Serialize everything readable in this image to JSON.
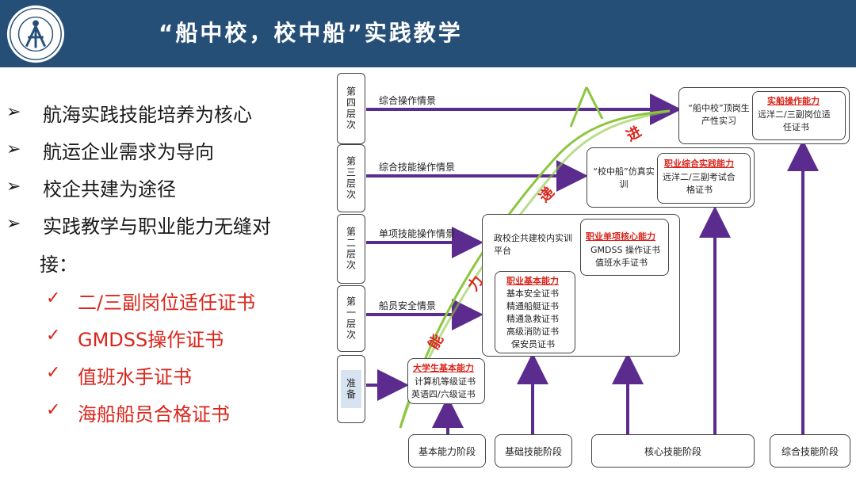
{
  "header": {
    "title": "“船中校，校中船”实践教学"
  },
  "bullets": [
    "航海实践技能培养为核心",
    "航运企业需求为导向",
    "校企共建为途径",
    "实践教学与职业能力无缝对"
  ],
  "bullet_continuation": "接：",
  "certificates": [
    "二/三副岗位适任证书",
    "GMDSS操作证书",
    "值班水手证书",
    "海船船员合格证书"
  ],
  "levels": [
    {
      "label": "第四层次"
    },
    {
      "label": "第三层次"
    },
    {
      "label": "第二层次"
    },
    {
      "label": "第一层次"
    },
    {
      "label": "准备"
    }
  ],
  "scenarios": [
    "综合操作情景",
    "综合技能操作情景",
    "单项技能操作情景",
    "船员安全情景"
  ],
  "boxes": {
    "ship_in_school": {
      "caption": "“船中校”顶岗生产性实习",
      "ability_title": "实船操作能力",
      "lines": [
        "远洋二/三副岗位适",
        "任证书"
      ]
    },
    "school_in_ship": {
      "caption": "“校中船”仿真实训",
      "ability_title": "职业综合实践能力",
      "lines": [
        "远洋二/三副考试合",
        "格证书"
      ]
    },
    "platform": {
      "caption": "政校企共建校内实训平台"
    },
    "single_core": {
      "ability_title": "职业单项核心能力",
      "lines": [
        "GMDSS 操作证书",
        "值班水手证书"
      ]
    },
    "basic_prof": {
      "ability_title": "职业基本能力",
      "lines": [
        "基本安全证书",
        "精通船艇证书",
        "精通急救证书",
        "高级消防证书",
        "保安员证书"
      ]
    },
    "college_basic": {
      "ability_title": "大学生基本能力",
      "lines": [
        "计算机等级证书",
        "英语四/六级证书"
      ]
    }
  },
  "stages": [
    "基本能力阶段",
    "基础技能阶段",
    "核心技能阶段",
    "综合技能阶段"
  ],
  "progress_chars": [
    "能",
    "力",
    "递",
    "进"
  ],
  "colors": {
    "header": "#264f77",
    "arrow": "#5b2c8d",
    "accent_red": "#d9261c",
    "curve": "#8cc63f"
  }
}
